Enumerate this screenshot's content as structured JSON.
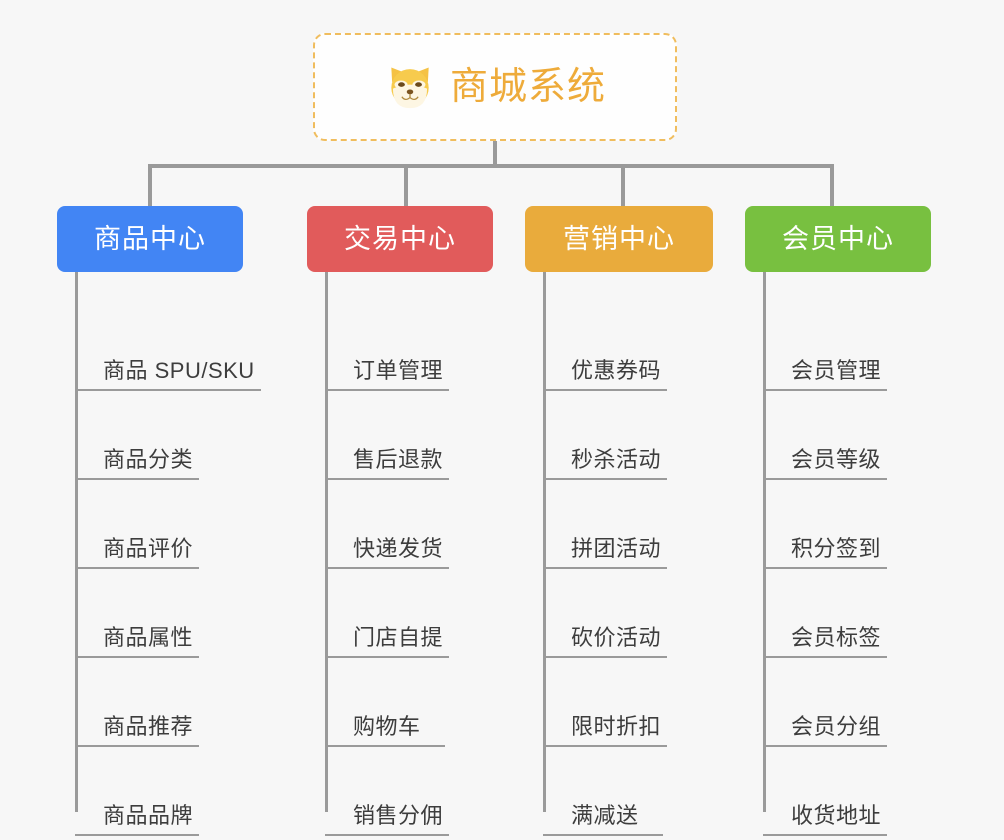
{
  "root": {
    "title": "商城系统",
    "icon": "shiba-dog-face-icon",
    "border_color": "#f0bd5e",
    "title_color": "#eeab3a"
  },
  "background_color": "#f7f7f7",
  "connector_color": "#9a9a9a",
  "columns": [
    {
      "header": "商品中心",
      "color": "#4285f4",
      "items": [
        "商品 SPU/SKU",
        "商品分类",
        "商品评价",
        "商品属性",
        "商品推荐",
        "商品品牌"
      ]
    },
    {
      "header": "交易中心",
      "color": "#e15b5b",
      "items": [
        "订单管理",
        "售后退款",
        "快递发货",
        "门店自提",
        "购物车",
        "销售分佣"
      ]
    },
    {
      "header": "营销中心",
      "color": "#e9ab3c",
      "items": [
        "优惠券码",
        "秒杀活动",
        "拼团活动",
        "砍价活动",
        "限时折扣",
        "满减送"
      ]
    },
    {
      "header": "会员中心",
      "color": "#78c040",
      "items": [
        "会员管理",
        "会员等级",
        "积分签到",
        "会员标签",
        "会员分组",
        "收货地址"
      ]
    }
  ],
  "layout": {
    "column_left": [
      57,
      307,
      525,
      745
    ],
    "column_header_width": [
      186,
      186,
      188,
      186
    ],
    "drop_left": [
      148,
      404,
      621,
      830
    ]
  }
}
